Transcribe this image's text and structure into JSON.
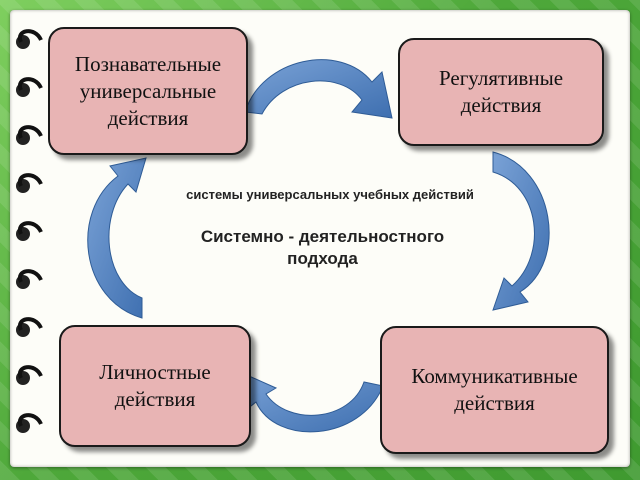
{
  "boxes": {
    "cognitive": "Познавательные\nуниверсальные\nдействия",
    "regulatory": "Регулятивные\nдействия",
    "personal": "Личностные\nдействия",
    "communicative": "Коммуникативные\nдействия"
  },
  "center": {
    "subtitle": "системы универсальных учебных действий",
    "title": "Системно - деятельностного\nподхода"
  },
  "colors": {
    "box_fill": "#e8b4b4",
    "arrow_fill": "#4f81bd",
    "background_green": "#4ea83a"
  },
  "icons": {
    "binder_ring": "ring-icon",
    "cycle_arrow": "curved-arrow-icon"
  }
}
